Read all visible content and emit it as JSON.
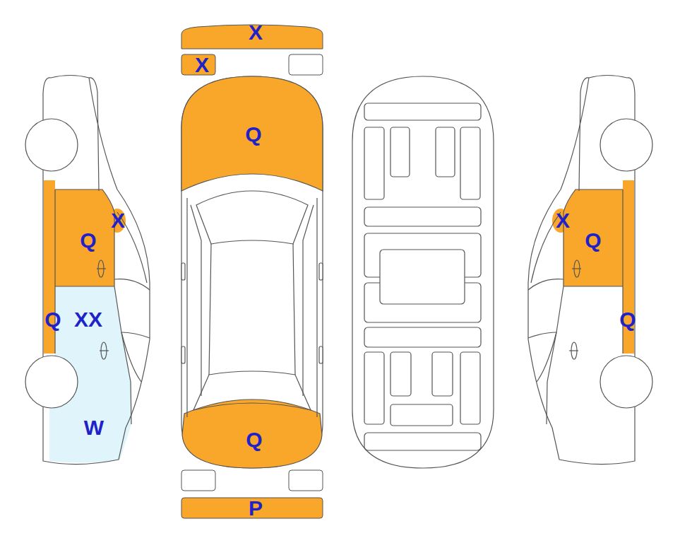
{
  "diagram": {
    "labels": [
      "X",
      "X",
      "Q",
      "X",
      "X",
      "Q",
      "Q",
      "Q",
      "XX",
      "Q",
      "W",
      "Q",
      "P"
    ]
  }
}
